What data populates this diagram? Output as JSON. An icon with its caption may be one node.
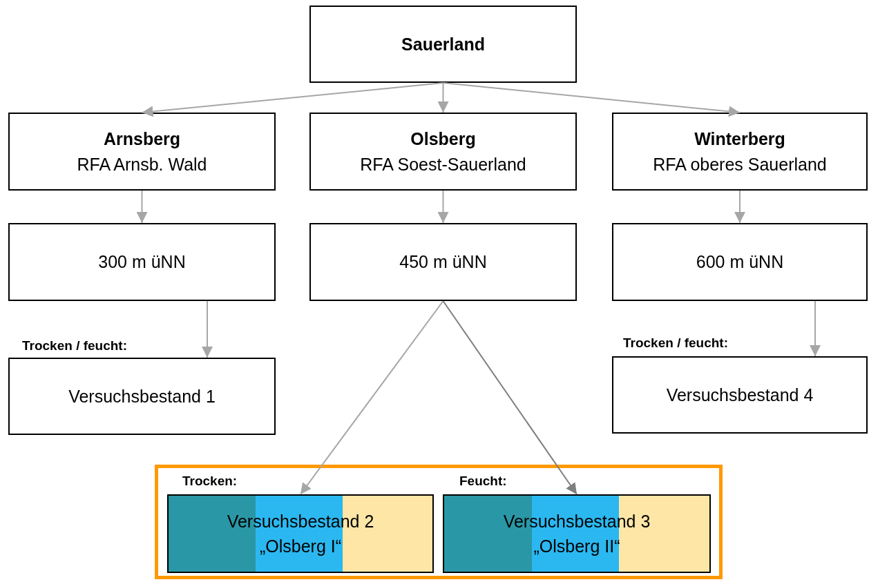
{
  "diagram": {
    "nodes": [
      {
        "text": [
          "Sauerland"
        ]
      },
      {
        "text": [
          "Arnsberg",
          "RFA Arnsb. Wald"
        ]
      },
      {
        "text": [
          "Olsberg",
          "RFA Soest-Sauerland"
        ]
      },
      {
        "text": [
          "Winterberg",
          "RFA oberes Sauerland"
        ]
      },
      {
        "text": [
          "300 m üNN"
        ]
      },
      {
        "text": [
          "450 m üNN"
        ]
      },
      {
        "text": [
          "600 m üNN"
        ]
      },
      {
        "text": [
          "Trocken / feucht:",
          "Versuchsbestand 1"
        ]
      },
      {
        "text": [
          "Trocken / feucht:",
          "Versuchsbestand 4"
        ]
      },
      {
        "text": [],
        "shape": "box"
      },
      {
        "text": [
          "Trocken:",
          "Versuchsbestand 2 „Olsberg I“"
        ],
        "in": 9
      },
      {
        "text": [
          "Feucht:",
          "Versuchsbestand 3 „Olsberg II“"
        ],
        "in": 9
      }
    ],
    "edges": [
      {
        "from": 0,
        "to": 1,
        "arrow": "to"
      },
      {
        "from": 0,
        "to": 2,
        "arrow": "to"
      },
      {
        "from": 0,
        "to": 3,
        "arrow": "to"
      },
      {
        "from": 1,
        "to": 4,
        "arrow": "to"
      },
      {
        "from": 2,
        "to": 5,
        "arrow": "to"
      },
      {
        "from": 3,
        "to": 6,
        "arrow": "to"
      },
      {
        "from": 4,
        "to": 7,
        "arrow": "to"
      },
      {
        "from": 6,
        "to": 8,
        "arrow": "to"
      },
      {
        "from": 5,
        "to": 10,
        "arrow": "to"
      },
      {
        "from": 5,
        "to": 11,
        "arrow": "to",
        "color": "#7f7f7f"
      }
    ]
  }
}
